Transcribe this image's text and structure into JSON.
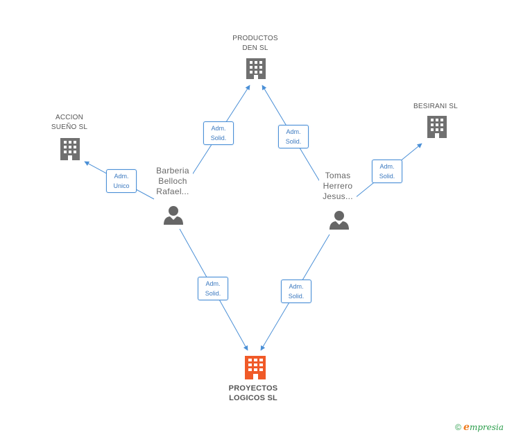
{
  "colors": {
    "edge": "#4a8fd6",
    "company": "#707070",
    "main_company": "#f05a28",
    "person": "#666666"
  },
  "nodes": {
    "productos": {
      "line1": "PRODUCTOS",
      "line2": "DEN SL",
      "icon": "building-icon"
    },
    "accion": {
      "line1": "ACCION",
      "line2": "SUEÑO SL",
      "icon": "building-icon"
    },
    "besirani": {
      "line1": "BESIRANI SL",
      "icon": "building-icon"
    },
    "proyectos": {
      "line1": "PROYECTOS",
      "line2": "LOGICOS SL",
      "icon": "building-icon"
    },
    "barberia": {
      "line1": "Barberia",
      "line2": "Belloch",
      "line3": "Rafael...",
      "icon": "person-icon"
    },
    "tomas": {
      "line1": "Tomas",
      "line2": "Herrero",
      "line3": "Jesus...",
      "icon": "person-icon"
    }
  },
  "edges": [
    {
      "id": "barberia-productos",
      "line1": "Adm.",
      "line2": "Solid."
    },
    {
      "id": "tomas-productos",
      "line1": "Adm.",
      "line2": "Solid."
    },
    {
      "id": "barberia-accion",
      "line1": "Adm.",
      "line2": "Unico"
    },
    {
      "id": "tomas-besirani",
      "line1": "Adm.",
      "line2": "Solid."
    },
    {
      "id": "barberia-proyectos",
      "line1": "Adm.",
      "line2": "Solid."
    },
    {
      "id": "tomas-proyectos",
      "line1": "Adm.",
      "line2": "Solid."
    }
  ],
  "brand": {
    "copyright": "©",
    "initial": "e",
    "name": "mpresia"
  }
}
